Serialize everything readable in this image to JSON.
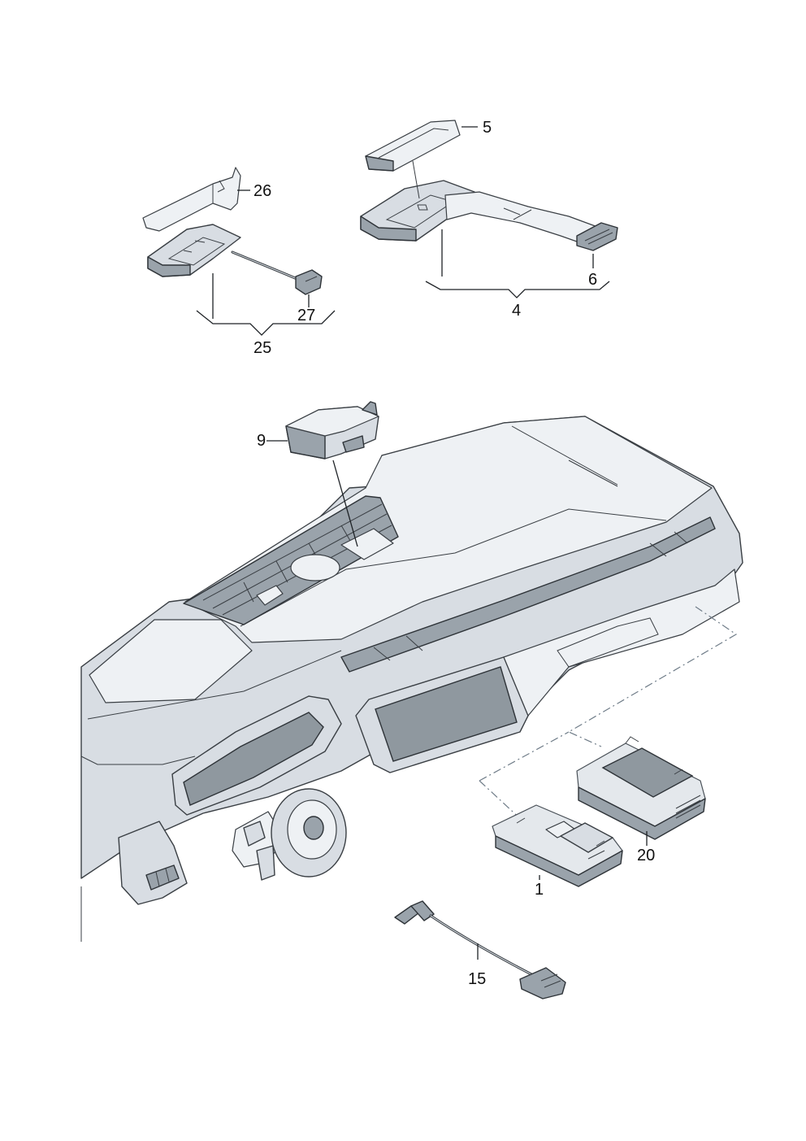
{
  "callouts": {
    "c1": "1",
    "c4": "4",
    "c5": "5",
    "c6": "6",
    "c9": "9",
    "c15": "15",
    "c20": "20",
    "c25": "25",
    "c26": "26",
    "c27": "27"
  }
}
